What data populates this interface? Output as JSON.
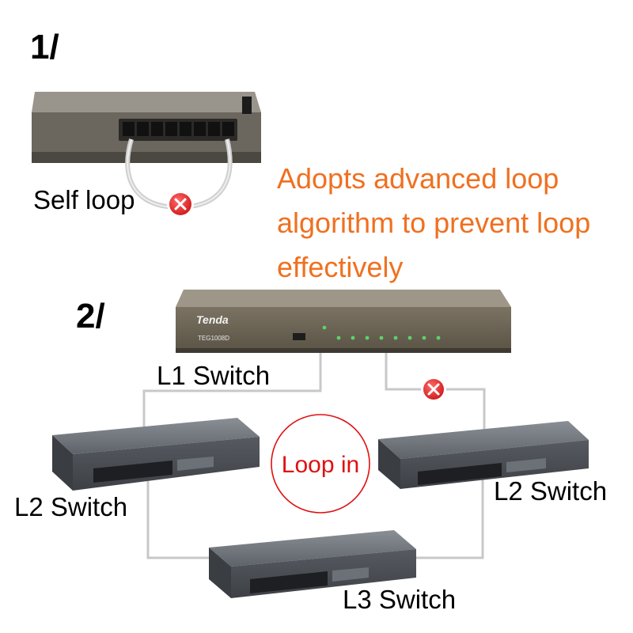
{
  "steps": {
    "one": "1/",
    "two": "2/"
  },
  "self_loop_label": "Self loop",
  "headline": {
    "line1": "Adopts advanced loop",
    "line2": "algorithm to prevent loop",
    "line3": "effectively"
  },
  "l1_switch": {
    "brand": "Tenda",
    "model": "TEG1008D",
    "label": "L1 Switch"
  },
  "l2_switch_left": {
    "label": "L2 Switch"
  },
  "l2_switch_right": {
    "label": "L2 Switch"
  },
  "l3_switch": {
    "label": "L3 Switch"
  },
  "loop_badge": "Loop in",
  "colors": {
    "headline": "#f07020",
    "blocked": "#e02020",
    "loop_ring": "#e01010",
    "cable": "#c8c8c8"
  },
  "icons": {
    "blocked": "blocked-x-icon"
  }
}
